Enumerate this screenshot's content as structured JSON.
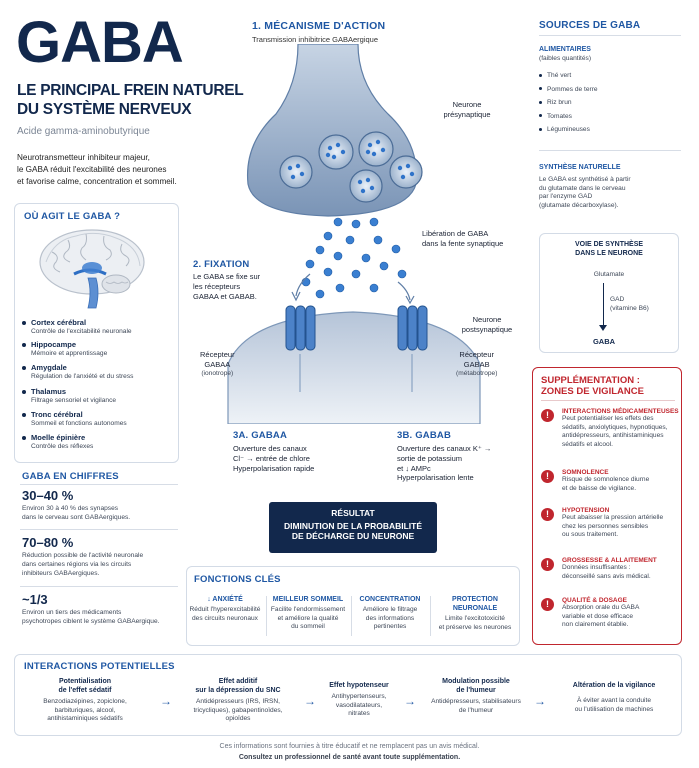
{
  "header": {
    "title": "GABA",
    "subtitle_line1": "LE PRINCIPAL FREIN NATUREL",
    "subtitle_line2": "DU SYSTÈME NERVEUX",
    "full_name": "Acide gamma-aminobutyrique",
    "intro_line1": "Neurotransmetteur inhibiteur majeur,",
    "intro_line2": "le GABA réduit l'excitabilité des neurones",
    "intro_line3": "et favorise calme, concentration et sommeil."
  },
  "where": {
    "title": "OÙ AGIT LE GABA ?",
    "regions": [
      {
        "name": "Cortex cérébral",
        "desc": "Contrôle de l'excitabilité neuronale"
      },
      {
        "name": "Hippocampe",
        "desc": "Mémoire et apprentissage"
      },
      {
        "name": "Amygdale",
        "desc": "Régulation de l'anxiété et du stress"
      },
      {
        "name": "Thalamus",
        "desc": "Filtrage sensoriel et vigilance"
      },
      {
        "name": "Tronc cérébral",
        "desc": "Sommeil et fonctions autonomes"
      },
      {
        "name": "Moelle épinière",
        "desc": "Contrôle des réflexes"
      }
    ]
  },
  "figures": {
    "title": "GABA EN CHIFFRES",
    "items": [
      {
        "value": "30–40 %",
        "desc1": "Environ 30 à 40 % des synapses",
        "desc2": "dans le cerveau sont GABAergiques."
      },
      {
        "value": "70–80 %",
        "desc1": "Réduction possible de l'activité neuronale",
        "desc2": "dans certaines régions via les circuits",
        "desc3": "inhibiteurs GABAergiques."
      },
      {
        "value": "~1/3",
        "desc1": "Environ un tiers des médicaments",
        "desc2": "psychotropes ciblent le système GABAergique."
      }
    ]
  },
  "mechanism": {
    "title": "1. MÉCANISME D'ACTION",
    "subtitle": "Transmission inhibitrice GABAergique",
    "presynaptic": "Neurone présynaptique",
    "release1": "Libération de GABA",
    "release2": "dans la fente synaptique",
    "fixation_title": "2. FIXATION",
    "fixation1": "Le GABA se fixe sur",
    "fixation2": "les récepteurs",
    "fixation3": "GABAA et GABAB.",
    "postsynaptic": "Neurone postsynaptique",
    "receptor_a1": "Récepteur",
    "receptor_a2": "GABAA",
    "receptor_a3": "(ionotrope)",
    "receptor_b1": "Récepteur",
    "receptor_b2": "GABAB",
    "receptor_b3": "(métabotrope)",
    "a_title": "3A. GABAA",
    "a1": "Ouverture des canaux",
    "a2": "Cl⁻ → entrée de chlore",
    "a3": "Hyperpolarisation rapide",
    "b_title": "3B. GABAB",
    "b1": "Ouverture des canaux K⁺ →",
    "b2": "sortie de potassium",
    "b3": "et ↓ AMPc",
    "b4": "Hyperpolarisation lente",
    "result_title": "RÉSULTAT",
    "result1": "DIMINUTION DE LA PROBABILITÉ",
    "result2": "DE DÉCHARGE DU NEURONE"
  },
  "functions": {
    "title": "FONCTIONS CLÉS",
    "items": [
      {
        "name": "↓ ANXIÉTÉ",
        "d1": "Réduit l'hyperexcitabilité",
        "d2": "des circuits neuronaux",
        "d3": ""
      },
      {
        "name": "MEILLEUR SOMMEIL",
        "d1": "Facilite l'endormissement",
        "d2": "et améliore la qualité",
        "d3": "du sommeil"
      },
      {
        "name": "CONCENTRATION",
        "d1": "Améliore le filtrage",
        "d2": "des informations",
        "d3": "pertinentes"
      },
      {
        "name": "PROTECTION NEURONALE",
        "d1": "Limite l'excitotoxicité",
        "d2": "et préserve les neurones",
        "d3": ""
      }
    ]
  },
  "sources": {
    "title": "SOURCES DE GABA",
    "food_title": "ALIMENTAIRES",
    "food_note": "(faibles quantités)",
    "foods": [
      "Thé vert",
      "Pommes de terre",
      "Riz brun",
      "Tomates",
      "Légumineuses"
    ],
    "synth_title": "SYNTHÈSE NATURELLE",
    "synth1": "Le GABA est synthétisé à partir",
    "synth2": "du glutamate dans le cerveau",
    "synth3": "par l'enzyme GAD",
    "synth4": "(glutamate décarboxylase).",
    "path_title1": "VOIE DE SYNTHÈSE",
    "path_title2": "DANS LE NEURONE",
    "glutamate": "Glutamate",
    "gad": "GAD",
    "b6": "(vitamine B6)",
    "gaba": "GABA"
  },
  "supplement": {
    "title1": "SUPPLÉMENTATION :",
    "title2": "ZONES DE VIGILANCE",
    "items": [
      {
        "title": "INTERACTIONS MÉDICAMENTEUSES",
        "lines": [
          "Peut potentialiser les effets des",
          "sédatifs, anxiolytiques, hypnotiques,",
          "antidépresseurs, antihistaminiques",
          "sédatifs et alcool."
        ]
      },
      {
        "title": "SOMNOLENCE",
        "lines": [
          "Risque de somnolence diurne",
          "et de baisse de vigilance."
        ]
      },
      {
        "title": "HYPOTENSION",
        "lines": [
          "Peut abaisser la pression artérielle",
          "chez les personnes sensibles",
          "ou sous traitement."
        ]
      },
      {
        "title": "GROSSESSE & ALLAITEMENT",
        "lines": [
          "Données insuffisantes :",
          "déconseillé sans avis médical."
        ]
      },
      {
        "title": "QUALITÉ & DOSAGE",
        "lines": [
          "Absorption orale du GABA",
          "variable et dose efficace",
          "non clairement établie."
        ]
      }
    ]
  },
  "interactions": {
    "title": "INTERACTIONS POTENTIELLES",
    "items": [
      {
        "t1": "Potentialisation",
        "t2": "de l'effet sédatif",
        "d1": "Benzodiazépines, zopiclone,",
        "d2": "barbituriques, alcool,",
        "d3": "antihistaminiques sédatifs"
      },
      {
        "t1": "Effet additif",
        "t2": "sur la dépression du SNC",
        "d1": "Antidépresseurs (IRS, IRSN,",
        "d2": "tricycliques), gabapentinoïdes,",
        "d3": "opioïdes"
      },
      {
        "t1": "Effet hypotenseur",
        "t2": "",
        "d1": "Antihypertenseurs,",
        "d2": "vasodilatateurs,",
        "d3": "nitrates"
      },
      {
        "t1": "Modulation possible",
        "t2": "de l'humeur",
        "d1": "Antidépresseurs, stabilisateurs",
        "d2": "de l'humeur",
        "d3": ""
      },
      {
        "t1": "Altération de la vigilance",
        "t2": "",
        "d1": "À éviter avant la conduite",
        "d2": "ou l'utilisation de machines",
        "d3": ""
      }
    ]
  },
  "footer": {
    "line1": "Ces informations sont fournies à titre éducatif et ne remplacent pas un avis médical.",
    "line2": "Consultez un professionnel de santé avant toute supplémentation."
  },
  "colors": {
    "navy": "#12284c",
    "blue": "#1f57a3",
    "red": "#c0262e"
  }
}
